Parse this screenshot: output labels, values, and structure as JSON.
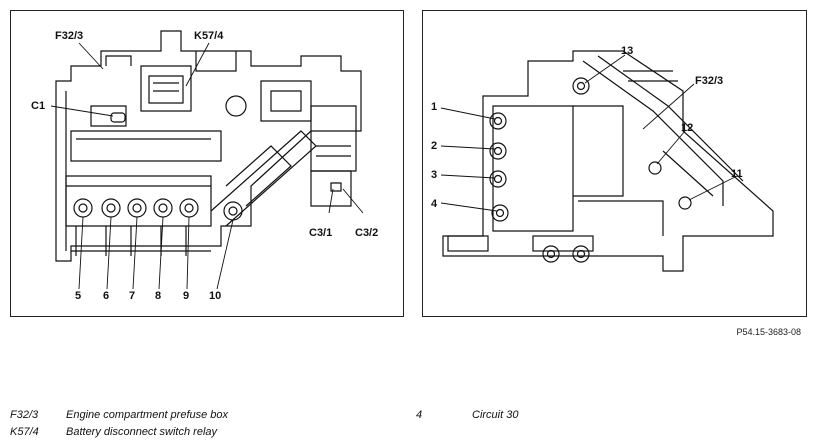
{
  "left_panel": {
    "callouts": {
      "f32_3": "F32/3",
      "k57_4": "K57/4",
      "c1": "C1",
      "c3_1": "C3/1",
      "c3_2": "C3/2",
      "n5": "5",
      "n6": "6",
      "n7": "7",
      "n8": "8",
      "n9": "9",
      "n10": "10"
    }
  },
  "right_panel": {
    "callouts": {
      "n1": "1",
      "n2": "2",
      "n3": "3",
      "n4": "4",
      "n11": "11",
      "n12": "12",
      "n13": "13",
      "f32_3": "F32/3"
    }
  },
  "reference_code": "P54.15-3683-08",
  "legend": [
    {
      "code": "F32/3",
      "description": "Engine compartment prefuse box"
    },
    {
      "code": "K57/4",
      "description": "Battery disconnect switch relay"
    }
  ],
  "legend_right": [
    {
      "code": "4",
      "description": "Circuit 30"
    }
  ]
}
